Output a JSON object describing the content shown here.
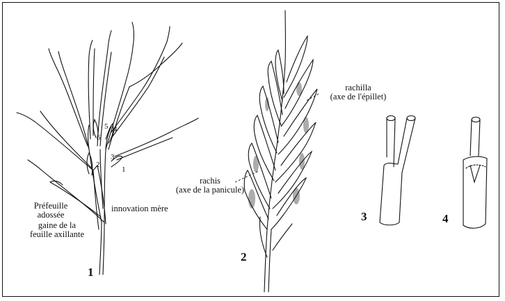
{
  "figure1": {
    "number": "1",
    "callouts": [
      "1",
      "2",
      "3",
      "4",
      "5",
      "6"
    ],
    "label_prefeuille": [
      "Préfeuille",
      "adossée"
    ],
    "label_gaine": [
      "gaine de la",
      "feuille axillante"
    ],
    "label_innovation": "innovation mère"
  },
  "figure2": {
    "number": "2",
    "label_rachilla": [
      "rachilla",
      "(axe de l'épillet)"
    ],
    "label_rachis": [
      "rachis",
      "(axe de la panicule)"
    ]
  },
  "figure3": {
    "number": "3"
  },
  "figure4": {
    "number": "4"
  },
  "colors": {
    "ink": "#111111",
    "paper": "#ffffff"
  }
}
